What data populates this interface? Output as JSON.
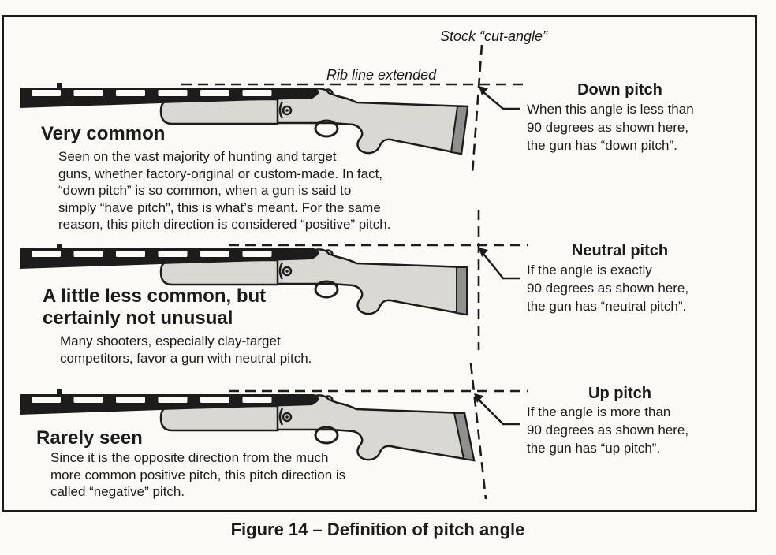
{
  "figure": {
    "caption": "Figure 14 – Definition of pitch angle"
  },
  "colors": {
    "ink": "#1c1c1c",
    "stock_gray": "#d9d8d3",
    "butt_plate_gray": "#8f8f8b",
    "background": "#fbfaf7"
  },
  "annotations": {
    "stock_cut_angle": "Stock “cut-angle”",
    "rib_line_extended": "Rib line extended"
  },
  "sections": [
    {
      "pitch": "down",
      "frequency_heading": "Very common",
      "frequency_body": [
        "Seen on the vast majority of hunting and target",
        "guns, whether factory-original or custom-made. In fact,",
        "“down pitch” is so common, when a gun is said to",
        "simply “have pitch”, this is what’s meant. For the same",
        "reason, this pitch direction is considered “positive” pitch."
      ],
      "pitch_heading": "Down pitch",
      "pitch_body": [
        "When this angle is less than",
        "90 degrees as shown here,",
        "the gun has “down pitch”."
      ]
    },
    {
      "pitch": "neutral",
      "frequency_heading": [
        "A little less common, but",
        "certainly not unusual"
      ],
      "frequency_body": [
        "Many shooters, especially clay-target",
        "competitors, favor a gun with neutral pitch."
      ],
      "pitch_heading": "Neutral pitch",
      "pitch_body": [
        "If the angle is exactly",
        "90 degrees as shown here,",
        "the gun has “neutral pitch”."
      ]
    },
    {
      "pitch": "up",
      "frequency_heading": "Rarely seen",
      "frequency_body": [
        "Since it is the opposite direction from the much",
        "more common positive pitch, this pitch direction is",
        "called “negative” pitch."
      ],
      "pitch_heading": "Up pitch",
      "pitch_body": [
        "If the angle is more than",
        "90 degrees as shown here,",
        "the gun has “up pitch”."
      ]
    }
  ]
}
